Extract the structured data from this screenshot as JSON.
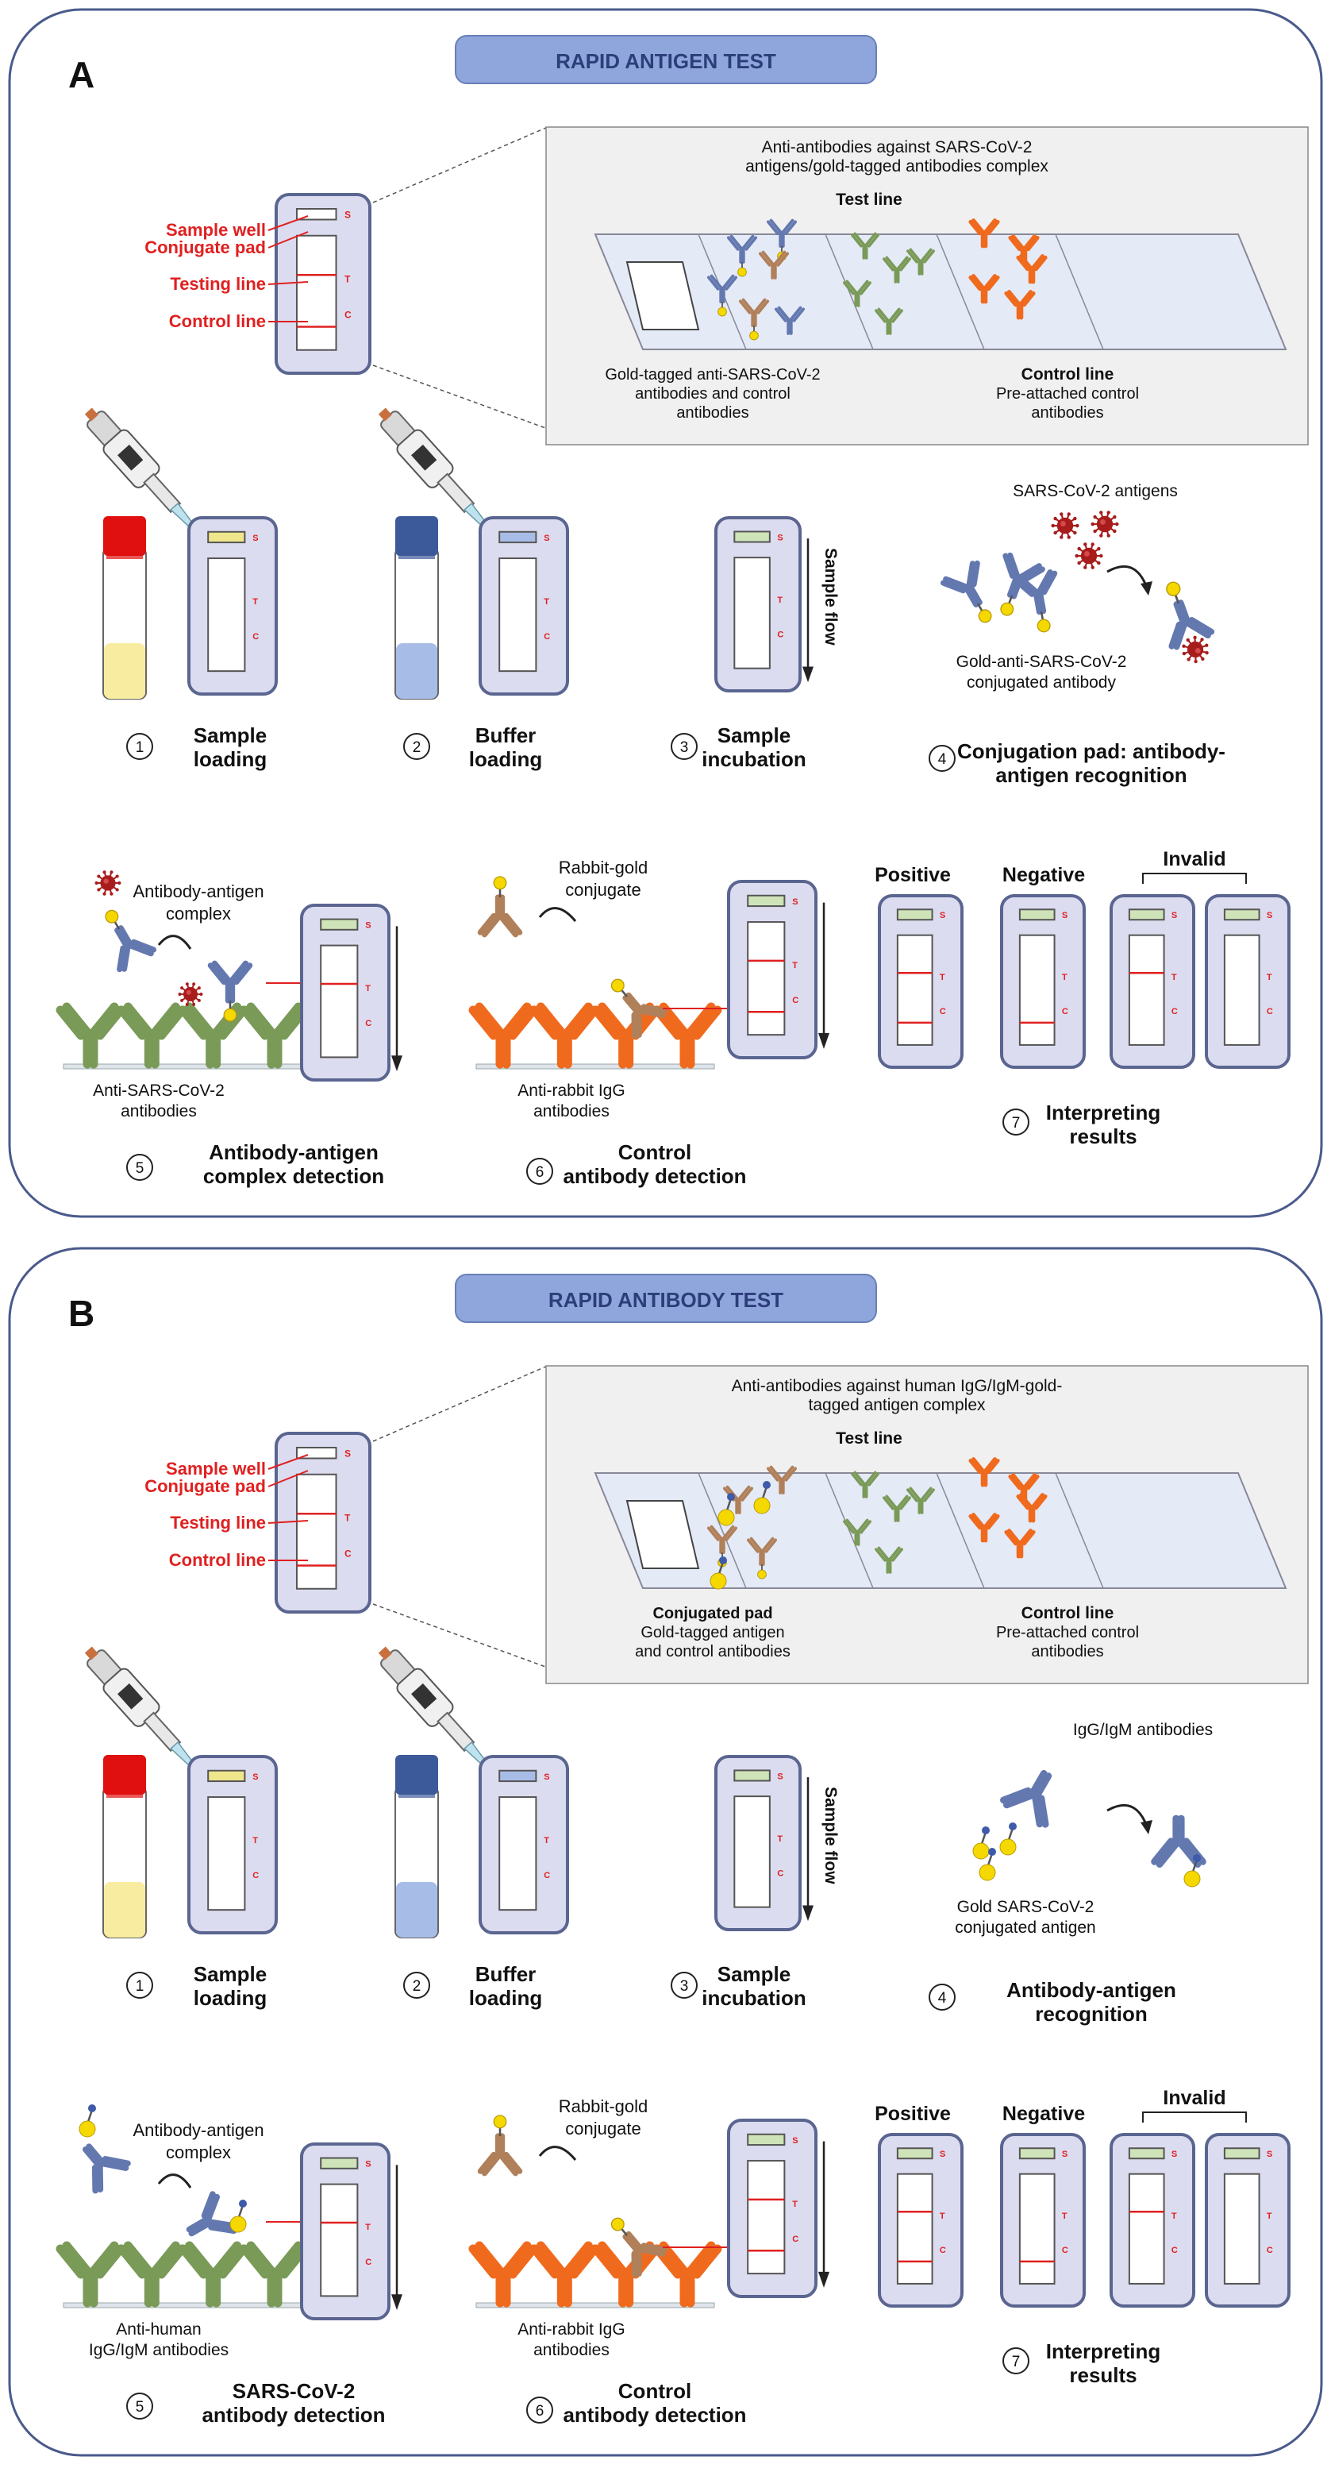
{
  "panels": [
    {
      "letter": "A",
      "banner": "RAPID ANTIGEN TEST",
      "overview": {
        "labels": [
          "Sample well",
          "Conjugate pad",
          "Testing line",
          "Control line"
        ],
        "strip_letters": [
          "S",
          "T",
          "C"
        ]
      },
      "zoom": {
        "top_text": [
          "Anti-antibodies against SARS-CoV-2",
          "antigens/gold-tagged antibodies complex"
        ],
        "test_line": "Test line",
        "left_heading": "",
        "left_text": [
          "Gold-tagged anti-SARS-CoV-2",
          "antibodies and control",
          "antibodies"
        ],
        "right_heading": "Control line",
        "right_text": [
          "Pre-attached control",
          "antibodies"
        ]
      },
      "row1": {
        "step1": {
          "num": "1",
          "title": [
            "Sample",
            "loading"
          ]
        },
        "step2": {
          "num": "2",
          "title": [
            "Buffer",
            "loading"
          ]
        },
        "step3": {
          "num": "3",
          "title": [
            "Sample",
            "incubation"
          ],
          "flow": "Sample flow"
        },
        "step4": {
          "num": "4",
          "title": [
            "Conjugation pad: antibody-",
            "antigen recognition"
          ],
          "label_a": [
            "SARS-CoV-2 antigens"
          ],
          "label_b": [
            "Gold-anti-SARS-CoV-2",
            "conjugated antibody"
          ]
        }
      },
      "row2": {
        "step5": {
          "num": "5",
          "title": [
            "Antibody-antigen",
            "complex detection"
          ],
          "complex": [
            "Antibody-antigen",
            "complex"
          ],
          "base": [
            "Anti-SARS-CoV-2",
            "antibodies"
          ]
        },
        "step6": {
          "num": "6",
          "title": [
            "Control",
            "antibody detection"
          ],
          "conj": [
            "Rabbit-gold",
            "conjugate"
          ],
          "base": [
            "Anti-rabbit IgG",
            "antibodies"
          ]
        },
        "step7": {
          "num": "7",
          "title": [
            "Interpreting",
            "results"
          ],
          "positive": "Positive",
          "negative": "Negative",
          "invalid": "Invalid"
        }
      }
    },
    {
      "letter": "B",
      "banner": "RAPID ANTIBODY TEST",
      "overview": {
        "labels": [
          "Sample well",
          "Conjugate pad",
          "Testing line",
          "Control line"
        ],
        "strip_letters": [
          "S",
          "T",
          "C"
        ]
      },
      "zoom": {
        "top_text": [
          "Anti-antibodies against human IgG/IgM-gold-",
          "tagged antigen complex"
        ],
        "test_line": "Test line",
        "left_heading": "Conjugated pad",
        "left_text": [
          "Gold-tagged antigen",
          "and control antibodies"
        ],
        "right_heading": "Control line",
        "right_text": [
          "Pre-attached control",
          "antibodies"
        ]
      },
      "row1": {
        "step1": {
          "num": "1",
          "title": [
            "Sample",
            "loading"
          ]
        },
        "step2": {
          "num": "2",
          "title": [
            "Buffer",
            "loading"
          ]
        },
        "step3": {
          "num": "3",
          "title": [
            "Sample",
            "incubation"
          ],
          "flow": "Sample flow"
        },
        "step4": {
          "num": "4",
          "title": [
            "Antibody-antigen",
            "recognition"
          ],
          "label_a": [
            "IgG/IgM antibodies"
          ],
          "label_b": [
            "Gold SARS-CoV-2",
            "conjugated antigen"
          ]
        }
      },
      "row2": {
        "step5": {
          "num": "5",
          "title": [
            "SARS-CoV-2",
            "antibody detection"
          ],
          "complex": [
            "Antibody-antigen",
            "complex"
          ],
          "base": [
            "Anti-human",
            "IgG/IgM antibodies"
          ]
        },
        "step6": {
          "num": "6",
          "title": [
            "Control",
            "antibody detection"
          ],
          "conj": [
            "Rabbit-gold",
            "conjugate"
          ],
          "base": [
            "Anti-rabbit IgG",
            "antibodies"
          ]
        },
        "step7": {
          "num": "7",
          "title": [
            "Interpreting",
            "results"
          ],
          "positive": "Positive",
          "negative": "Negative",
          "invalid": "Invalid"
        }
      }
    }
  ],
  "colors": {
    "panel_border": "#4a5a8c",
    "banner_fill": "#8ea6dc",
    "banner_text": "#2c3e7a",
    "red_label": "#e02020",
    "cassette_border": "#5a6590",
    "cassette_fill": "#dcdcf0",
    "zoom_bg": "#f0f0f0",
    "strip_fill": "#e4eaf6",
    "gold": "#f5d800",
    "antigen": "#a81c1c",
    "ab_blue": "#6478b0",
    "ab_green": "#7a9a58",
    "ab_orange": "#f06a1e",
    "ab_brown": "#b0805a",
    "tube_red": "#e01010",
    "tube_blue": "#3c5a9a",
    "liquid_yellow": "#f8eca0",
    "liquid_blue": "#a8bce8"
  }
}
